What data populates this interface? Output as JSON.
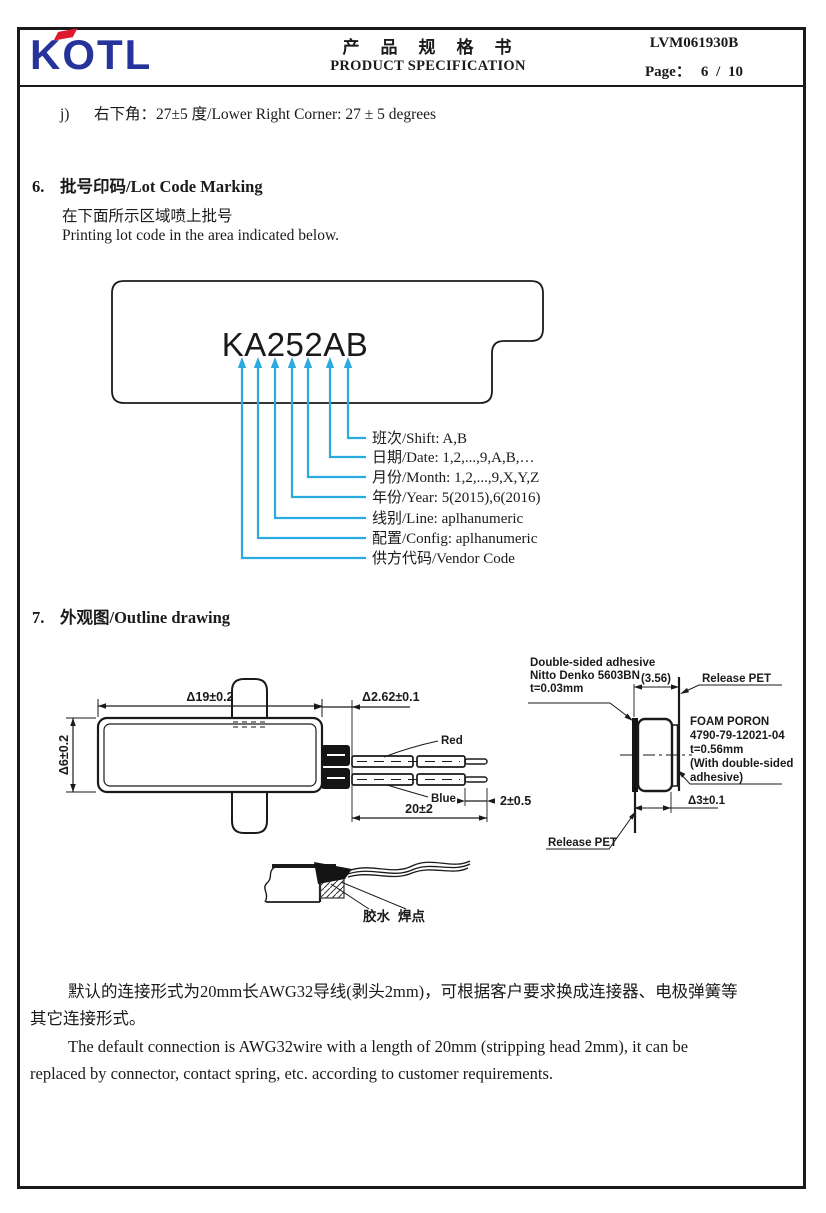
{
  "colors": {
    "ink": "#1a1a1a",
    "arrow_cyan": "#29abe2",
    "logo_blue": "#26339b",
    "logo_red": "#e0182d"
  },
  "header": {
    "logo_text": "KOTL",
    "title_zh": "产　品　规　格　书",
    "title_en": "PRODUCT SPECIFICATION",
    "doc_number": "LVM061930B",
    "page_label": "Page：",
    "page_value": "6 / 10"
  },
  "item_j": {
    "marker": "j)",
    "text": "右下角：27±5 度/Lower Right Corner: 27 ± 5 degrees"
  },
  "section6": {
    "number": "6.",
    "title": "批号印码/Lot Code Marking",
    "desc_zh": "在下面所示区域喷上批号",
    "desc_en": "Printing lot code in the area indicated below.",
    "lot_code": "KA252AB",
    "legend": [
      "班次/Shift: A,B",
      "日期/Date: 1,2,...,9,A,B,…",
      "月份/Month: 1,2,...,9,X,Y,Z",
      "年份/Year: 5(2015),6(2016)",
      "线别/Line: aplhanumeric",
      "配置/Config: aplhanumeric",
      "供方代码/Vendor Code"
    ]
  },
  "section7": {
    "number": "7.",
    "title": "外观图/Outline drawing",
    "dims": {
      "body_length": "Δ19±0.2",
      "body_height": "Δ6±0.2",
      "terminal": "Δ2.62±0.1",
      "wire_length": "20±2",
      "strip_length": "2±0.5",
      "stack_width": "(3.56)",
      "body_thickness": "Δ3±0.1"
    },
    "wire_labels": {
      "red": "Red",
      "blue": "Blue"
    },
    "side_labels": {
      "adhesive_line1": "Double-sided adhesive",
      "adhesive_line2": "Nitto Denko 5603BN",
      "adhesive_line3": "t=0.03mm",
      "release_pet_top": "Release PET",
      "foam_line1": "FOAM PORON",
      "foam_line2": "4790-79-12021-04",
      "foam_line3": "t=0.56mm",
      "foam_line4": "(With double-sided",
      "foam_line5": "adhesive)",
      "release_pet_bottom": "Release PET"
    },
    "detail_labels": {
      "glue": "胶水",
      "solder": "焊点"
    }
  },
  "footer": {
    "zh_line1": "默认的连接形式为20mm长AWG32导线(剥头2mm)，可根据客户要求换成连接器、电极弹簧等",
    "zh_line2": "其它连接形式。",
    "en_line1": "The default connection is AWG32wire with a length of 20mm (stripping head 2mm), it can be",
    "en_line2": "replaced by connector, contact spring, etc. according to customer requirements."
  }
}
